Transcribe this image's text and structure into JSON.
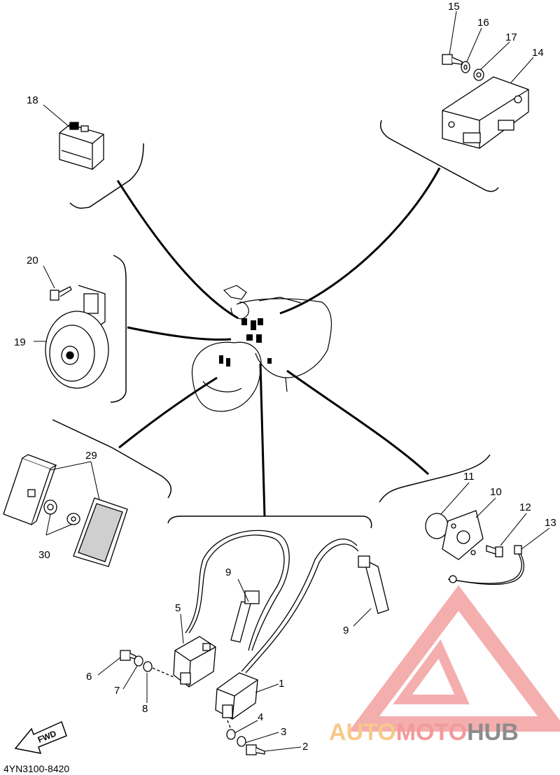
{
  "diagram": {
    "part_numbers": [
      "1",
      "2",
      "3",
      "4",
      "5",
      "6",
      "7",
      "8",
      "9",
      "9",
      "10",
      "11",
      "12",
      "13",
      "14",
      "15",
      "16",
      "17",
      "18",
      "19",
      "20",
      "29",
      "30"
    ],
    "fwd_arrow": "FWD",
    "drawing_code": "4YN3100-8420"
  },
  "watermark": {
    "part1": "AUTO",
    "part2": "MOTO",
    "part3": "HUB",
    "colors": {
      "auto": "#f7c98a",
      "moto": "#f39a9a",
      "hub": "#8c8c8c",
      "logo": "#f3a0a0"
    }
  }
}
